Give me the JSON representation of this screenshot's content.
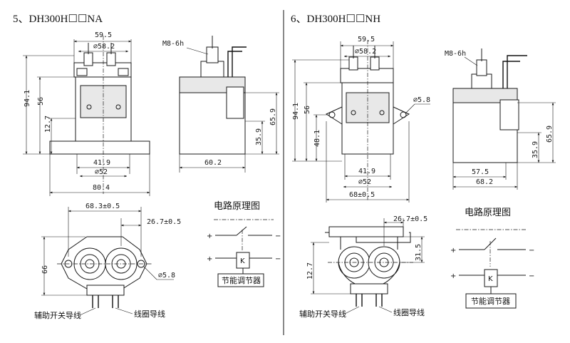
{
  "left": {
    "title": "5、DH300H☐☐NA",
    "front": {
      "width_top": "59.5",
      "dia_top": "⌀58.2",
      "height_total": "94.1",
      "height_body": "56",
      "height_low": "12.7",
      "hole_spacing": "41.9",
      "dia_base": "⌀52",
      "width_base": "80.4"
    },
    "side": {
      "thread": "M8-6h",
      "h_side": "65.9",
      "h_low": "35.9",
      "depth": "60.2"
    },
    "bottom": {
      "span": "68.3±0.5",
      "offset": "26.7±0.5",
      "height": "66",
      "hole": "⌀5.8"
    },
    "circuit": {
      "title": "电路原理图",
      "box_k": "K",
      "ctrl_label": "节能调节器",
      "plus": "+",
      "minus": "−"
    },
    "labels": {
      "aux_wire": "辅助开关导线",
      "coil_wire": "线圈导线"
    }
  },
  "right": {
    "title": "6、DH300H☐☐NH",
    "front": {
      "width_top": "59.5",
      "dia_top": "⌀58.2",
      "height_total": "94.1",
      "height_body": "56",
      "height_mount": "48.1",
      "hole": "⌀5.8",
      "hole_spacing": "41.9",
      "dia_base": "⌀52",
      "width_base": "68±0.5"
    },
    "side": {
      "thread": "M8-6h",
      "h_side": "65.9",
      "h_low": "35.9",
      "depth_a": "57.5",
      "depth_b": "68.2"
    },
    "bottom": {
      "offset": "26.7±0.5",
      "h_right": "31.5",
      "h_left": "12.7"
    },
    "circuit": {
      "title": "电路原理图",
      "box_k": "K",
      "ctrl_label": "节能调节器",
      "plus": "+",
      "minus": "−"
    },
    "labels": {
      "aux_wire": "辅助开关导线",
      "coil_wire": "线圈导线"
    }
  }
}
